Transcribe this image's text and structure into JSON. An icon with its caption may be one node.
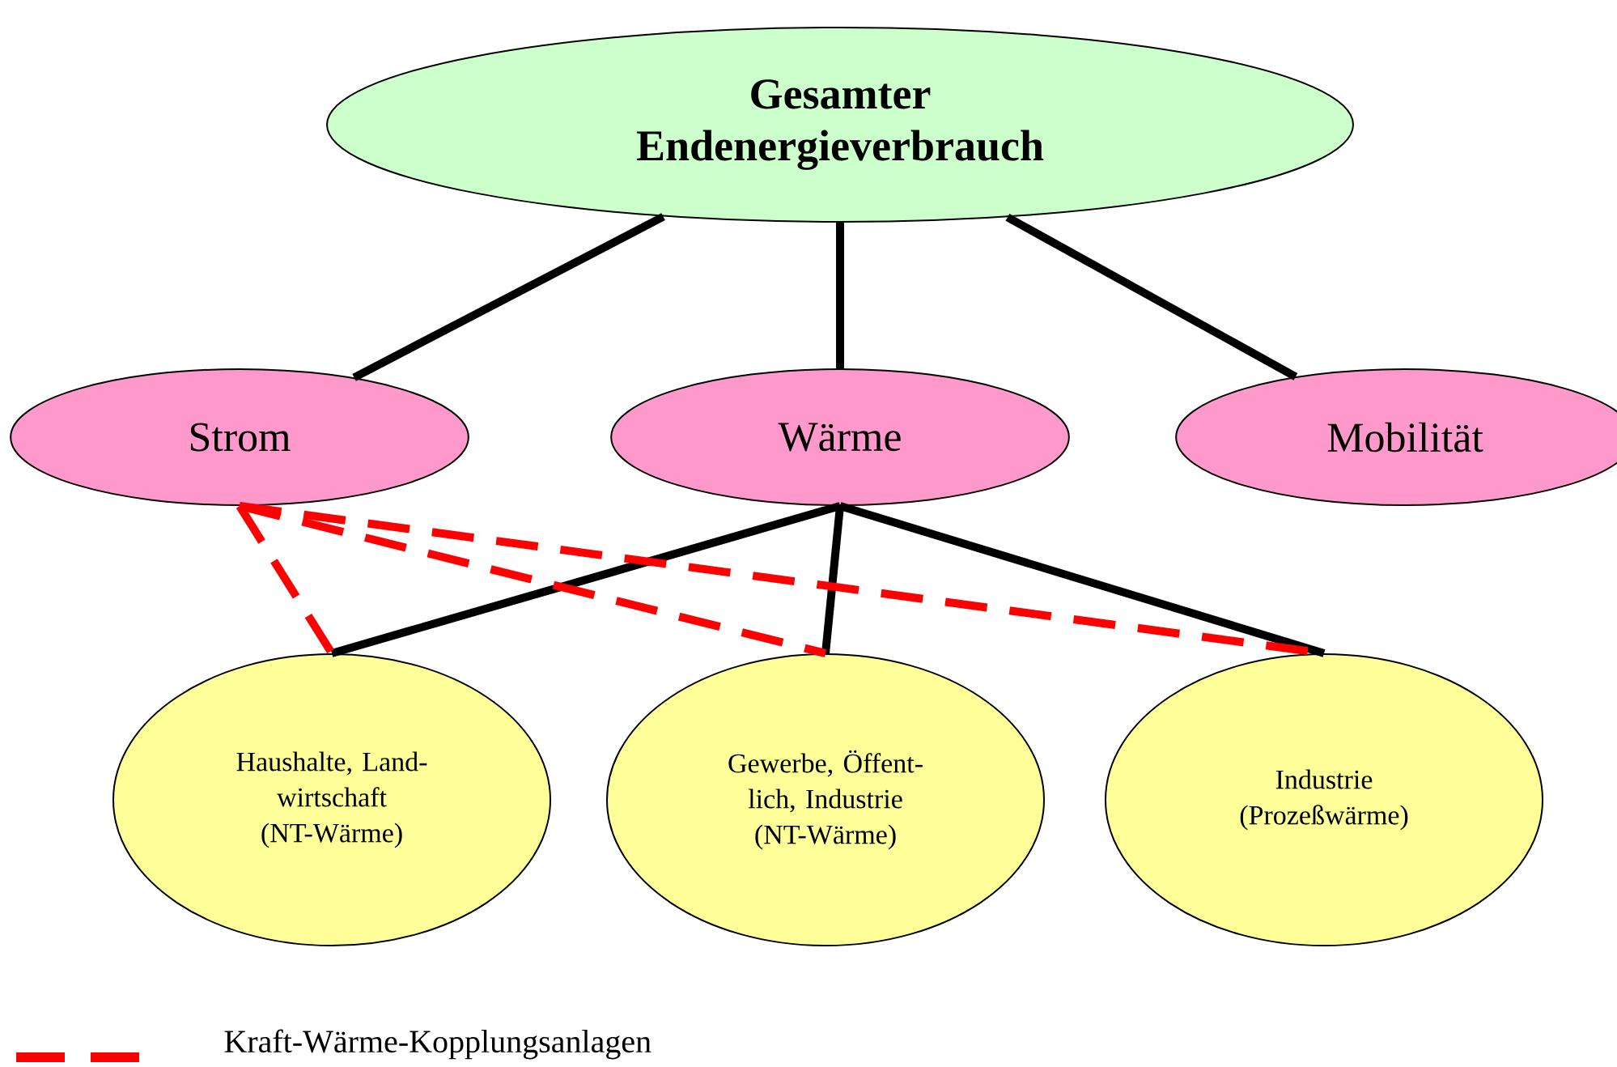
{
  "diagram": {
    "nodes": [
      {
        "text": [
          "Gesamter Endenergieverbrauch"
        ]
      },
      {
        "text": [
          "Strom"
        ]
      },
      {
        "text": [
          "Wärme"
        ]
      },
      {
        "text": [
          "Mobilität"
        ]
      },
      {
        "text": [
          "Haushalte, Land- wirtschaft (NT-Wärme)"
        ]
      },
      {
        "text": [
          "Gewerbe, Öffent- lich, Industrie (NT-Wärme)"
        ]
      },
      {
        "text": [
          "Industrie (Prozeßwärme)"
        ]
      }
    ],
    "edges": [
      {
        "from": 0,
        "to": 1,
        "arrow": "none"
      },
      {
        "from": 0,
        "to": 2,
        "arrow": "none"
      },
      {
        "from": 0,
        "to": 3,
        "arrow": "none"
      },
      {
        "from": 2,
        "to": 4,
        "arrow": "none"
      },
      {
        "from": 2,
        "to": 5,
        "arrow": "none"
      },
      {
        "from": 2,
        "to": 6,
        "arrow": "none"
      },
      {
        "from": 1,
        "to": 4,
        "arrow": "none",
        "style": "dashed",
        "color": "#ff0000"
      },
      {
        "from": 1,
        "to": 5,
        "arrow": "none",
        "style": "dashed",
        "color": "#ff0000"
      },
      {
        "from": 1,
        "to": 6,
        "arrow": "none",
        "style": "dashed",
        "color": "#ff0000"
      }
    ],
    "legend": [
      {
        "text": "Kraft-Wärme-Kopplungsanlagen"
      }
    ]
  }
}
